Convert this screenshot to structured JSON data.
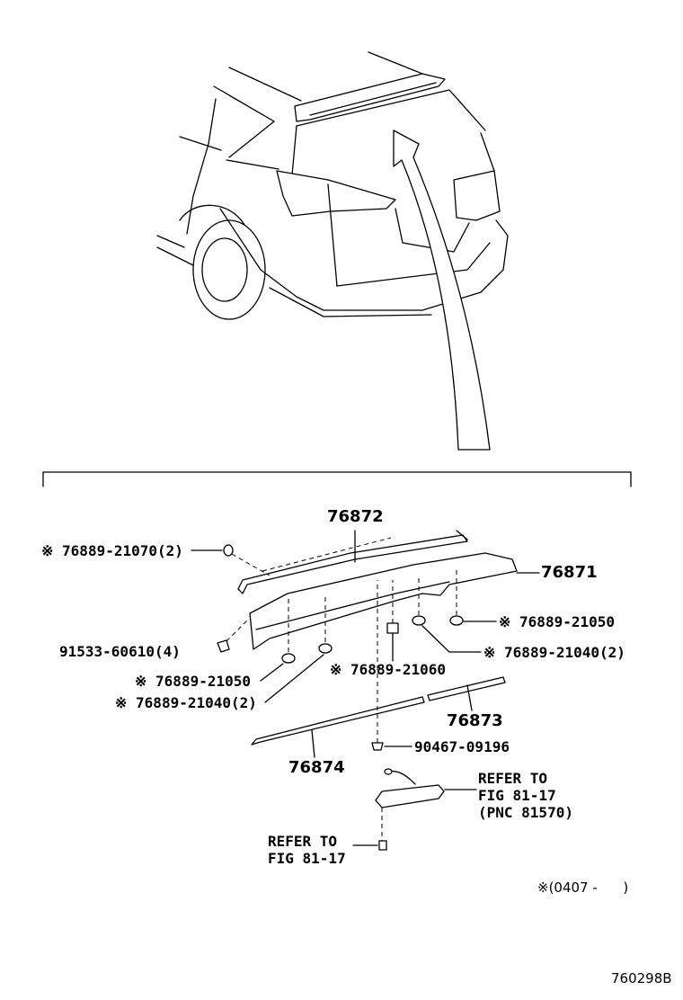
{
  "diagram_id": "760298B",
  "note": "※(0407 -      )",
  "parts": {
    "p76872": "76872",
    "p76871": "76871",
    "p76873": "76873",
    "p76874": "76874",
    "p21070": "※ 76889-21070(2)",
    "p60610": "91533-60610(4)",
    "p21050a": "※ 76889-21050",
    "p21050b": "※ 76889-21050",
    "p21040a": "※ 76889-21040(2)",
    "p21040b": "※ 76889-21040(2)",
    "p21060": "※ 76889-21060",
    "p09196": "90467-09196"
  },
  "refer1": {
    "line1": "REFER TO",
    "line2": "FIG 81-17",
    "line3": "(PNC 81570)"
  },
  "refer2": {
    "line1": "REFER TO",
    "line2": "FIG 81-17"
  }
}
